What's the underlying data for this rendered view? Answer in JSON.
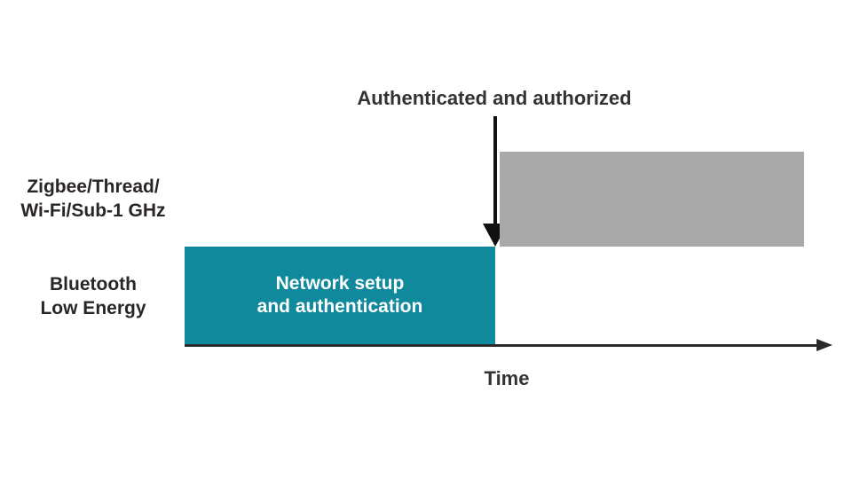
{
  "diagram": {
    "annotation": {
      "text": "Authenticated and authorized"
    },
    "rows": {
      "zigbee": {
        "line1": "Zigbee/Thread/",
        "line2": "Wi-Fi/Sub-1 GHz"
      },
      "ble": {
        "line1": "Bluetooth",
        "line2": "Low Energy"
      }
    },
    "bars": {
      "ble": {
        "label_line1": "Network setup",
        "label_line2": "and authentication"
      },
      "zigbee": {
        "label": ""
      }
    },
    "axis": {
      "label": "Time"
    },
    "colors": {
      "ble_bar": "#11899C",
      "zigbee_bar": "#A9A9A9",
      "arrow": "#111111",
      "axis": "#2B2B2B",
      "label_text": "#2A2627",
      "bar_text": "#FFFFFF"
    }
  }
}
